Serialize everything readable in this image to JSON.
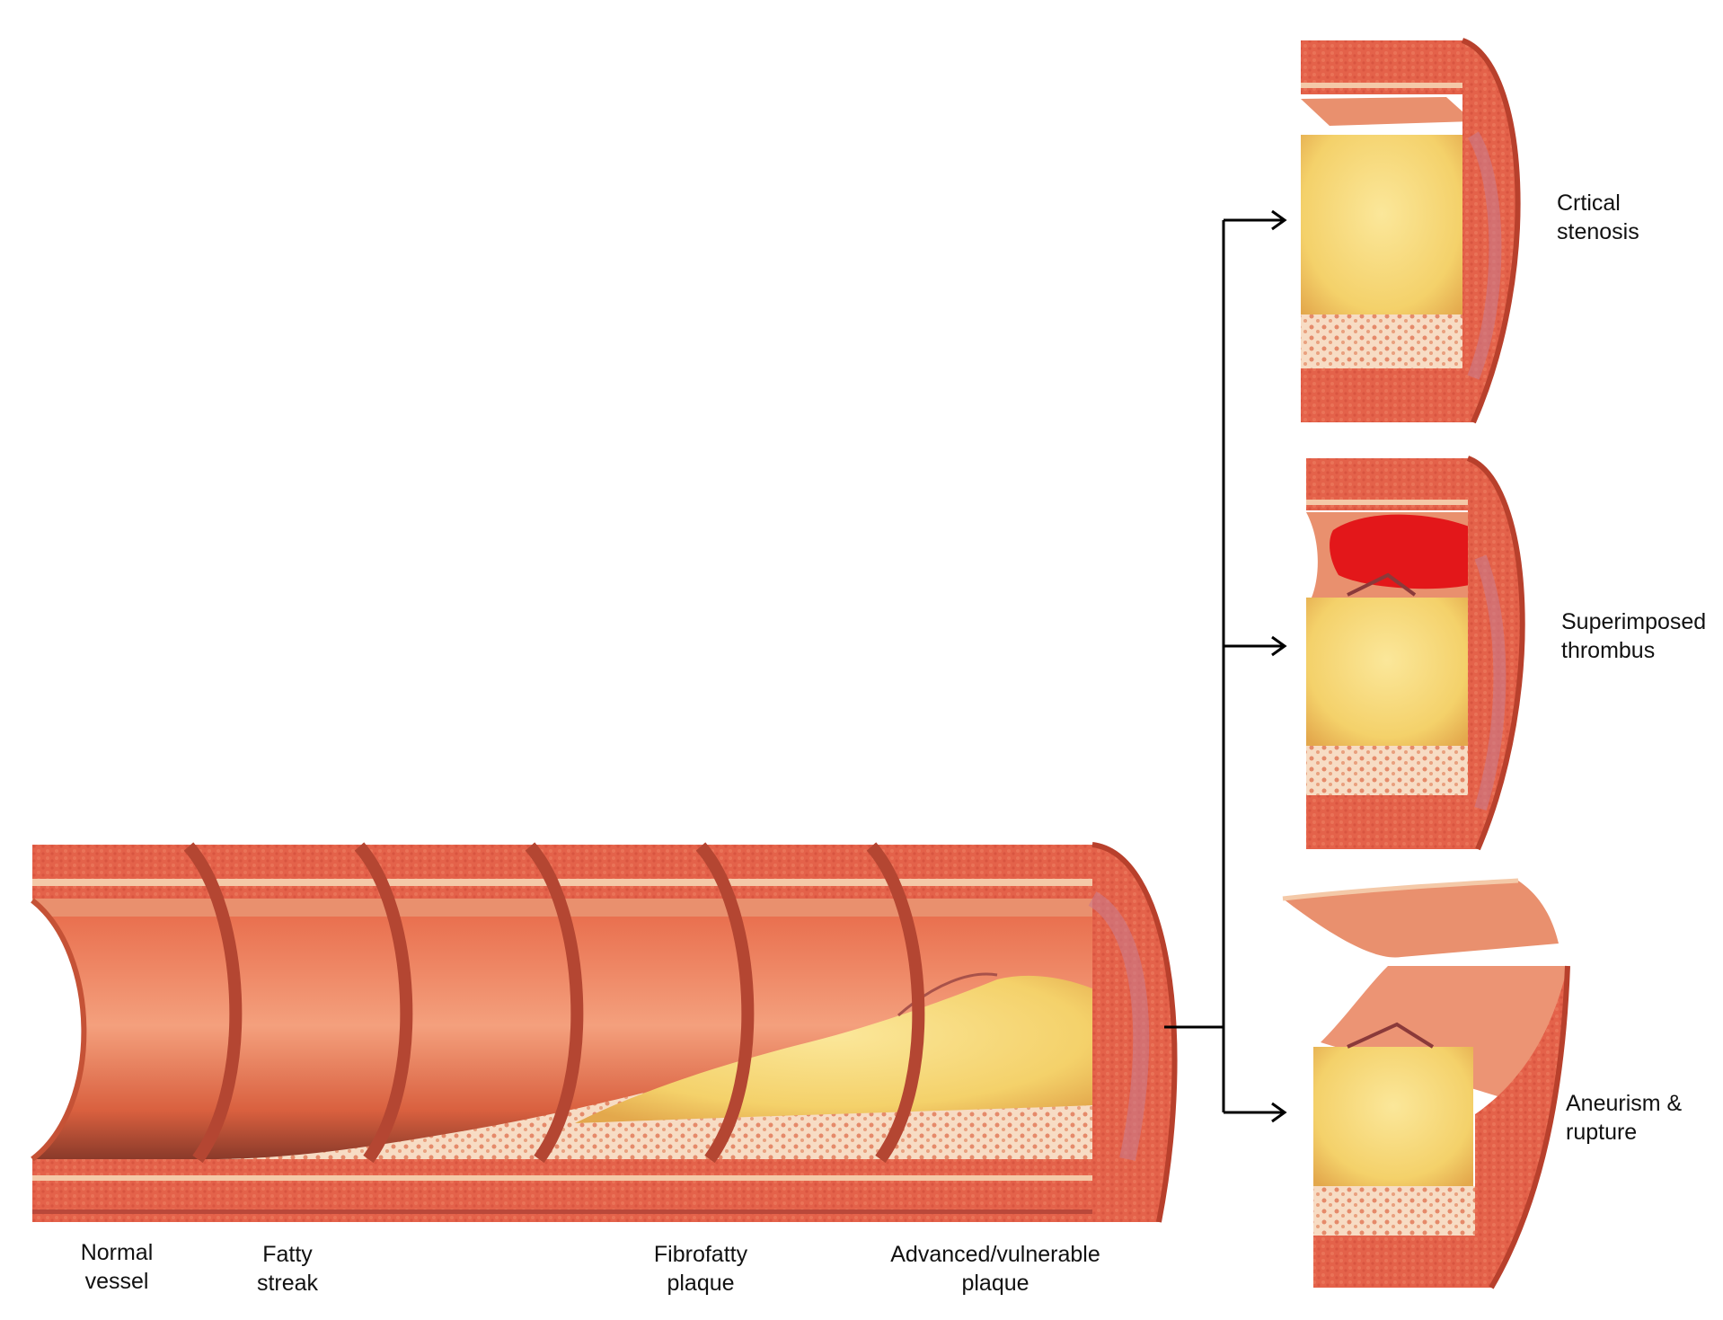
{
  "stages": [
    {
      "id": "normal",
      "line1": "Normal",
      "line2": "vessel"
    },
    {
      "id": "fatty-streak",
      "line1": "Fatty",
      "line2": "streak"
    },
    {
      "id": "stage-3",
      "line1": "",
      "line2": ""
    },
    {
      "id": "stage-4",
      "line1": "Fibrofatty",
      "line2": "plaque"
    },
    {
      "id": "stage-5",
      "line1": "",
      "line2": ""
    },
    {
      "id": "advanced",
      "line1": "Advanced/vulnerable",
      "line2": "plaque"
    }
  ],
  "outcomes": [
    {
      "id": "critical-stenosis",
      "line1": "Crtical",
      "line2": "stenosis"
    },
    {
      "id": "thrombus",
      "line1": "Superimposed",
      "line2": "thrombus"
    },
    {
      "id": "aneurism",
      "line1": "Aneurism &",
      "line2": "rupture"
    }
  ],
  "colors": {
    "wall": "#e4624a",
    "wall_dark": "#c4422e",
    "lumen": "#ef8a68",
    "plaque": "#f5d66e",
    "thrombus": "#e3171a",
    "intima": "#f6dcc4"
  }
}
